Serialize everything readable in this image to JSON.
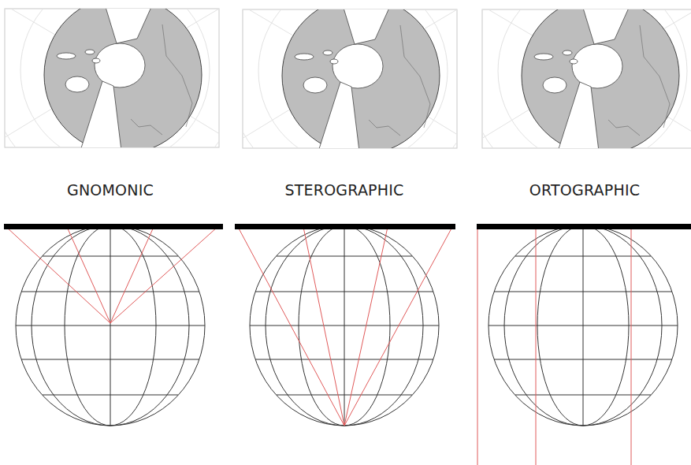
{
  "diagram": {
    "labels": [
      "GNOMONIC",
      "STEROGRAPHIC",
      "ORTOGRAPHIC"
    ]
  }
}
